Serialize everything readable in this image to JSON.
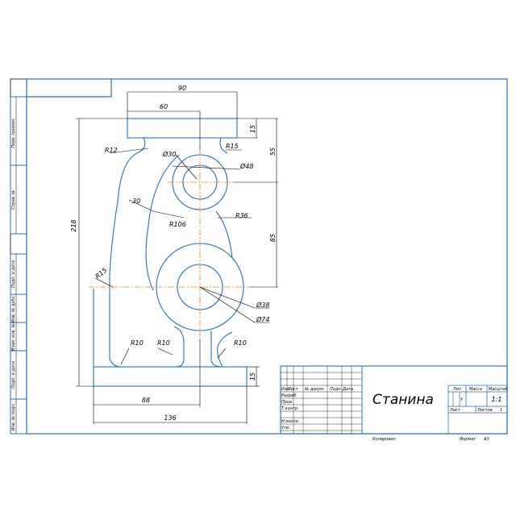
{
  "drawing": {
    "title": "Станина",
    "dimensions": {
      "top_width_90": "90",
      "top_width_60": "60",
      "height_15_top": "15",
      "height_55": "55",
      "height_85": "85",
      "total_height_218": "218",
      "base_height_15": "15",
      "base_88": "88",
      "base_136": "136",
      "r12": "R12",
      "r15_upper": "R15",
      "r15_left": "R15",
      "r30": "30",
      "r36": "R36",
      "r106": "R106",
      "d30": "Ø30",
      "d48": "Ø48",
      "d38": "Ø38",
      "d74": "Ø74",
      "r10_left": "R10",
      "r10_mid": "R10",
      "r10_right": "R10"
    }
  },
  "title_block": {
    "col_izm": "Изм",
    "col_list": "Лист",
    "col_ndokum": "№ докум.",
    "col_podp": "Подп.",
    "col_data": "Дата",
    "row_razrab": "Разраб.",
    "row_prov": "Пров.",
    "row_tkontr": "Т.контр.",
    "row_nkontr": "Н.контр.",
    "row_utv": "Утв.",
    "lit_label": "Лит.",
    "lit_value": "У",
    "massa_label": "Масса",
    "masshtab_label": "Масштаб",
    "masshtab_value": "1:1",
    "list_label": "Лист",
    "listov_label": "Листов",
    "listov_value": "1",
    "kopiroval": "Копировал",
    "format_label": "Формат",
    "format_value": "А3"
  },
  "side_stamp": {
    "perv_primen": "Перв. примен.",
    "sprav_no": "Справ. №",
    "podp_data_1": "Подп. и дата",
    "inv_dubl": "Инв. № дубл.",
    "vzam_inv": "Взам. инв. №",
    "podp_data_2": "Подп. и дата",
    "inv_podl": "Инв. № подл."
  }
}
